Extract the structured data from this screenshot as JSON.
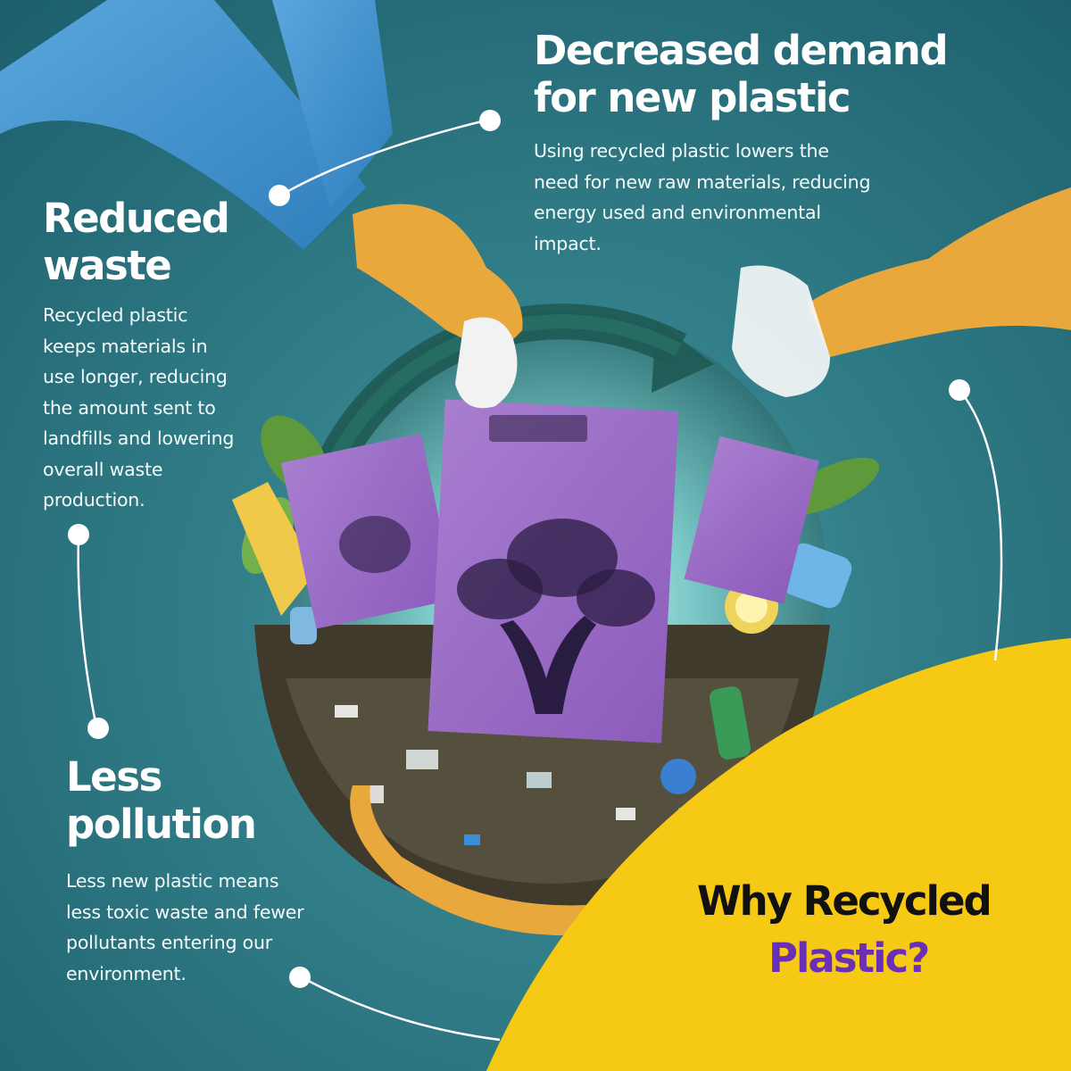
{
  "benefits": [
    {
      "title": "Decreased demand\nfor new plastic",
      "description": "Using recycled plastic lowers the\nneed for new raw materials, reducing\nenergy used and environmental\nimpact."
    },
    {
      "title": "Reduced\nwaste",
      "description": "Recycled plastic\nkeeps materials in\nuse longer, reducing\nthe amount sent to\nlandfills and lowering\noverall waste\nproduction."
    },
    {
      "title": "Less\npollution",
      "description": "Less new plastic means\nless toxic waste and fewer\npollutants entering our\nenvironment."
    }
  ],
  "headline": {
    "line1": "Why Recycled",
    "line2": "Plastic?"
  },
  "colors": {
    "background": "#327f89",
    "accent_yellow": "#f6c915",
    "headline_purple": "#6a2fb5",
    "bag_purple": "#9b6fc4",
    "glove_orange": "#e8a83c",
    "text_white": "#ffffff"
  }
}
